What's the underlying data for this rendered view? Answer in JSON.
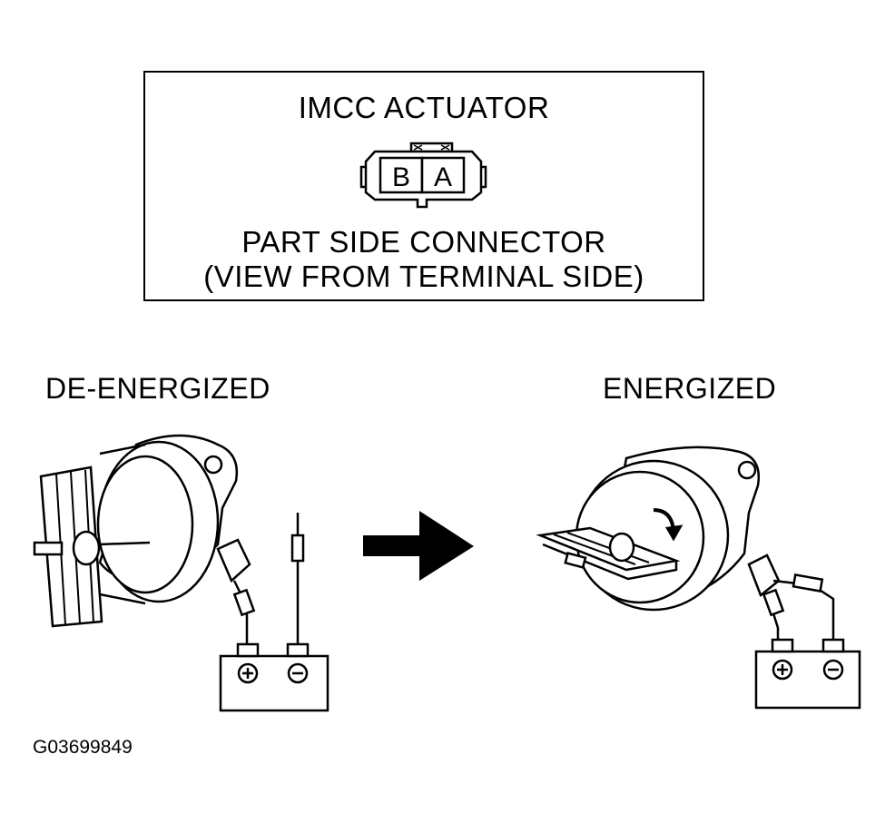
{
  "connector": {
    "title": "IMCC ACTUATOR",
    "terminals": [
      "B",
      "A"
    ],
    "caption_line1": "PART SIDE CONNECTOR",
    "caption_line2": "(VIEW FROM TERMINAL SIDE)"
  },
  "states": {
    "left": "DE-ENERGIZED",
    "right": "ENERGIZED"
  },
  "battery": {
    "positive": "⊕",
    "negative": "⊖"
  },
  "figure_id": "G03699849"
}
